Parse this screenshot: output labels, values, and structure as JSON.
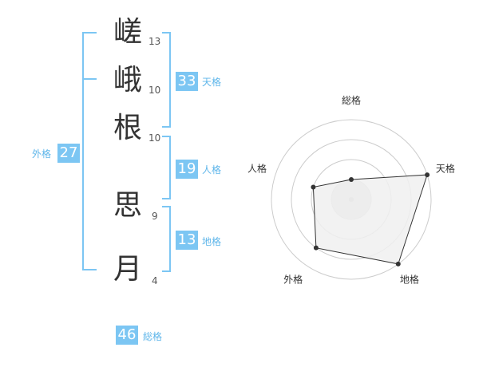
{
  "name": {
    "characters": [
      {
        "char": "嵯",
        "strokes": "13"
      },
      {
        "char": "峨",
        "strokes": "10"
      },
      {
        "char": "根",
        "strokes": "10"
      },
      {
        "char": "思",
        "strokes": "9"
      },
      {
        "char": "月",
        "strokes": "4"
      }
    ]
  },
  "fortune": {
    "tenkaku": {
      "value": "33",
      "label": "天格"
    },
    "jinkaku": {
      "value": "19",
      "label": "人格"
    },
    "chikaku": {
      "value": "13",
      "label": "地格"
    },
    "gaikaku": {
      "value": "27",
      "label": "外格"
    },
    "soukaku": {
      "value": "46",
      "label": "総格"
    }
  },
  "radar": {
    "axes": [
      "総格",
      "天格",
      "地格",
      "外格",
      "人格"
    ],
    "levels": 4,
    "values": [
      1,
      4,
      4,
      3,
      2
    ],
    "fill_color": "#f0f0f0",
    "line_color": "#333333",
    "accent_color": "#7cc6f3"
  }
}
